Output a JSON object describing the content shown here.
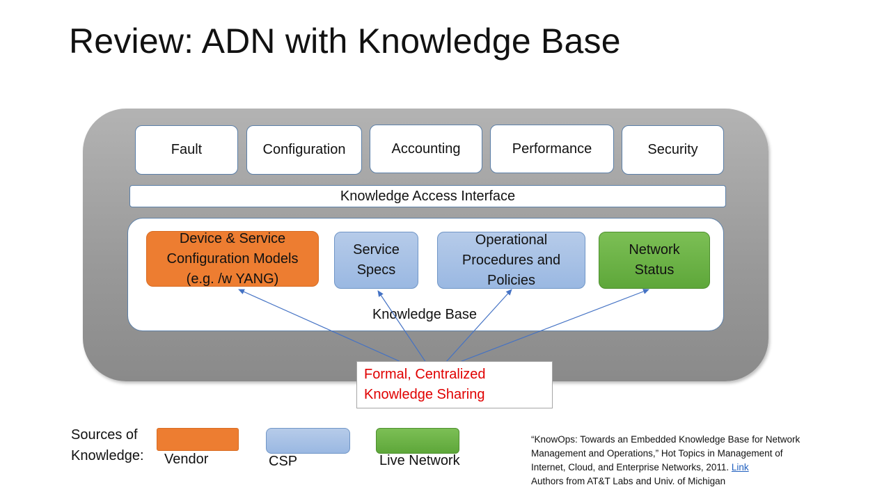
{
  "title": "Review: ADN with Knowledge Base",
  "functions": [
    "Fault",
    "Configuration",
    "Accounting",
    "Performance",
    "Security"
  ],
  "knowledge_access_interface": "Knowledge Access Interface",
  "knowledge_base": {
    "label": "Knowledge Base",
    "items": [
      {
        "lines": [
          "Device & Service",
          "Configuration Models",
          "(e.g. /w YANG)"
        ],
        "source": "Vendor"
      },
      {
        "lines": [
          "Service",
          "Specs"
        ],
        "source": "CSP"
      },
      {
        "lines": [
          "Operational",
          "Procedures and",
          "Policies"
        ],
        "source": "CSP"
      },
      {
        "lines": [
          "Network",
          "Status"
        ],
        "source": "Live Network"
      }
    ]
  },
  "callout": {
    "lines": [
      "Formal, Centralized",
      "Knowledge Sharing"
    ],
    "color": "#e00000"
  },
  "legend": {
    "title_lines": [
      "Sources of",
      "Knowledge:"
    ],
    "items": [
      {
        "label": "Vendor",
        "color": "#ed7d31"
      },
      {
        "label": "CSP",
        "color": "#9dc3e6"
      },
      {
        "label": "Live Network",
        "color": "#70ad47"
      }
    ]
  },
  "reference": {
    "text_lines": [
      "“KnowOps: Towards an Embedded Knowledge Base for Network",
      "Management and Operations,” Hot Topics in Management of",
      "Internet, Cloud, and Enterprise Networks,  2011."
    ],
    "link_text": "Link",
    "authors": "Authors from AT&T Labs and Univ. of Michigan"
  },
  "colors": {
    "arrow": "#4472c4",
    "panel": "#a0a0a0"
  }
}
